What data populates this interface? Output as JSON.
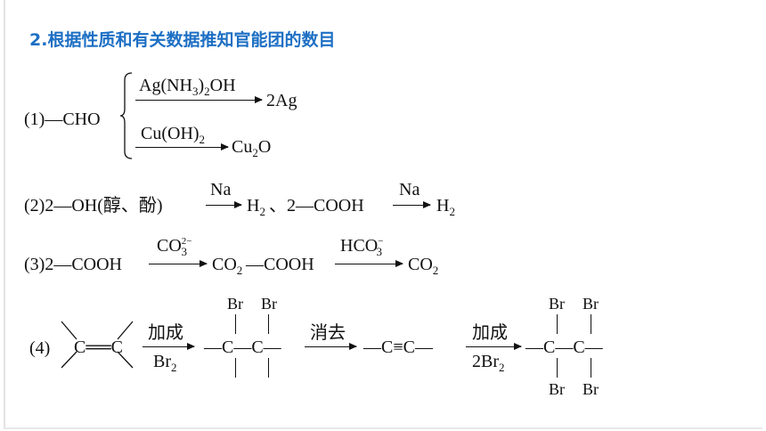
{
  "title": "2.根据性质和有关数据推知官能团的数目",
  "item1": {
    "prefix": "(1)—CHO",
    "top_reagent": "Ag(NH",
    "top_reagent_sub": "3",
    "top_reagent_tail": ")",
    "top_reagent_sub2": "2",
    "top_reagent_end": "OH",
    "top_product": "2Ag",
    "bottom_reagent": "Cu(OH)",
    "bottom_reagent_sub": "2",
    "bottom_product": "Cu",
    "bottom_product_sub": "2",
    "bottom_product_end": "O"
  },
  "item2": {
    "prefix": "(2)2—OH(醇、酚)",
    "reagent1": "Na",
    "product1": "H",
    "product1_sub": "2",
    "sep": "、2—COOH",
    "reagent2": "Na",
    "product2": "H",
    "product2_sub": "2"
  },
  "item3": {
    "prefix": "(3)2—COOH",
    "reagent1": "CO",
    "reagent1_sub": "3",
    "reagent1_sup": "2−",
    "product1": "CO",
    "product1_sub": "2",
    "mid": "—COOH",
    "reagent2": "HCO",
    "reagent2_sub": "3",
    "reagent2_sup": "−",
    "product2": "CO",
    "product2_sub": "2"
  },
  "item4": {
    "prefix": "(4)",
    "alkene": "C══C",
    "step1_top": "加成",
    "step1_bottom": "Br",
    "step1_bottom_sub": "2",
    "dibromide": "—C—C—",
    "br": "Br",
    "step2_top": "消去",
    "alkyne": "—C≡C—",
    "step3_top": "加成",
    "step3_bottom": "2Br",
    "step3_bottom_sub": "2",
    "tetrabromide": "—C—C—"
  }
}
